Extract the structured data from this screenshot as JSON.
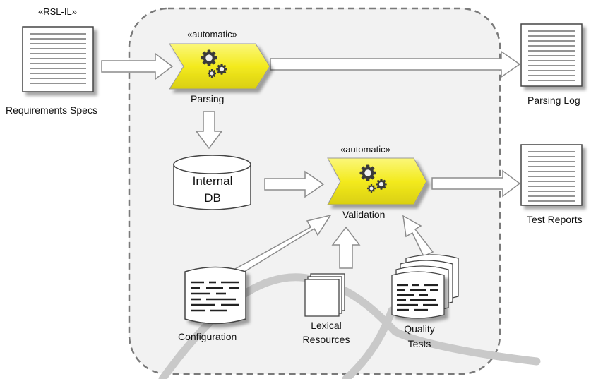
{
  "colors": {
    "stage_fill": "#f2f2f2",
    "stage_border": "#7a7a7a",
    "chevron_yellow": "#f5ee2e",
    "chevron_stroke": "#9a9a9a",
    "arrow_fill": "#ffffff",
    "arrow_stroke": "#8c8c8c",
    "doc_line": "#555555"
  },
  "inputs": {
    "spec_stereotype": "«RSL-IL»",
    "spec_label": "Requirements Specs"
  },
  "parsing": {
    "stereotype": "«automatic»",
    "label": "Parsing",
    "icon": "gears-icon"
  },
  "validation": {
    "stereotype": "«automatic»",
    "label": "Validation",
    "icon": "gears-icon"
  },
  "db": {
    "line1": "Internal",
    "line2": "DB"
  },
  "outputs": {
    "log_label": "Parsing Log",
    "reports_label": "Test Reports"
  },
  "resources": {
    "configuration": "Configuration",
    "lexical_line1": "Lexical",
    "lexical_line2": "Resources",
    "quality_line1": "Quality",
    "quality_line2": "Tests"
  }
}
